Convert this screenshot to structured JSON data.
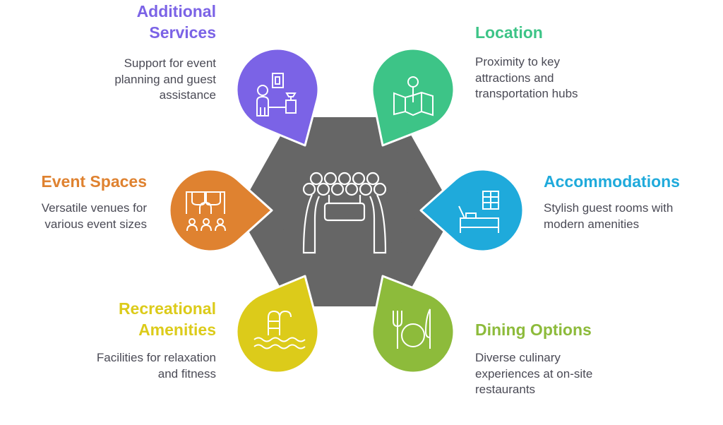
{
  "center": {
    "icon": "event-arch-balloons-icon",
    "color": "#666666"
  },
  "items": [
    {
      "key": "additional-services",
      "title": "Additional\nServices",
      "description": "Support for event\nplanning and guest\nassistance",
      "color": "#7B63E6",
      "icon": "concierge-icon"
    },
    {
      "key": "location",
      "title": "Location",
      "description": "Proximity to key\nattractions and\ntransportation hubs",
      "color": "#3DC487",
      "icon": "map-pin-icon"
    },
    {
      "key": "event-spaces",
      "title": "Event Spaces",
      "description": "Versatile venues for\nvarious event sizes",
      "color": "#DF8230",
      "icon": "venue-audience-icon"
    },
    {
      "key": "accommodations",
      "title": "Accommodations",
      "description": "Stylish guest rooms with\nmodern amenities",
      "color": "#1FAADB",
      "icon": "bed-icon"
    },
    {
      "key": "recreational-amenities",
      "title": "Recreational\nAmenities",
      "description": "Facilities for relaxation\nand fitness",
      "color": "#DCCB1A",
      "icon": "pool-ladder-icon"
    },
    {
      "key": "dining-options",
      "title": "Dining Options",
      "description": "Diverse culinary\nexperiences at on-site\nrestaurants",
      "color": "#8DBB3B",
      "icon": "fork-plate-knife-icon"
    }
  ]
}
